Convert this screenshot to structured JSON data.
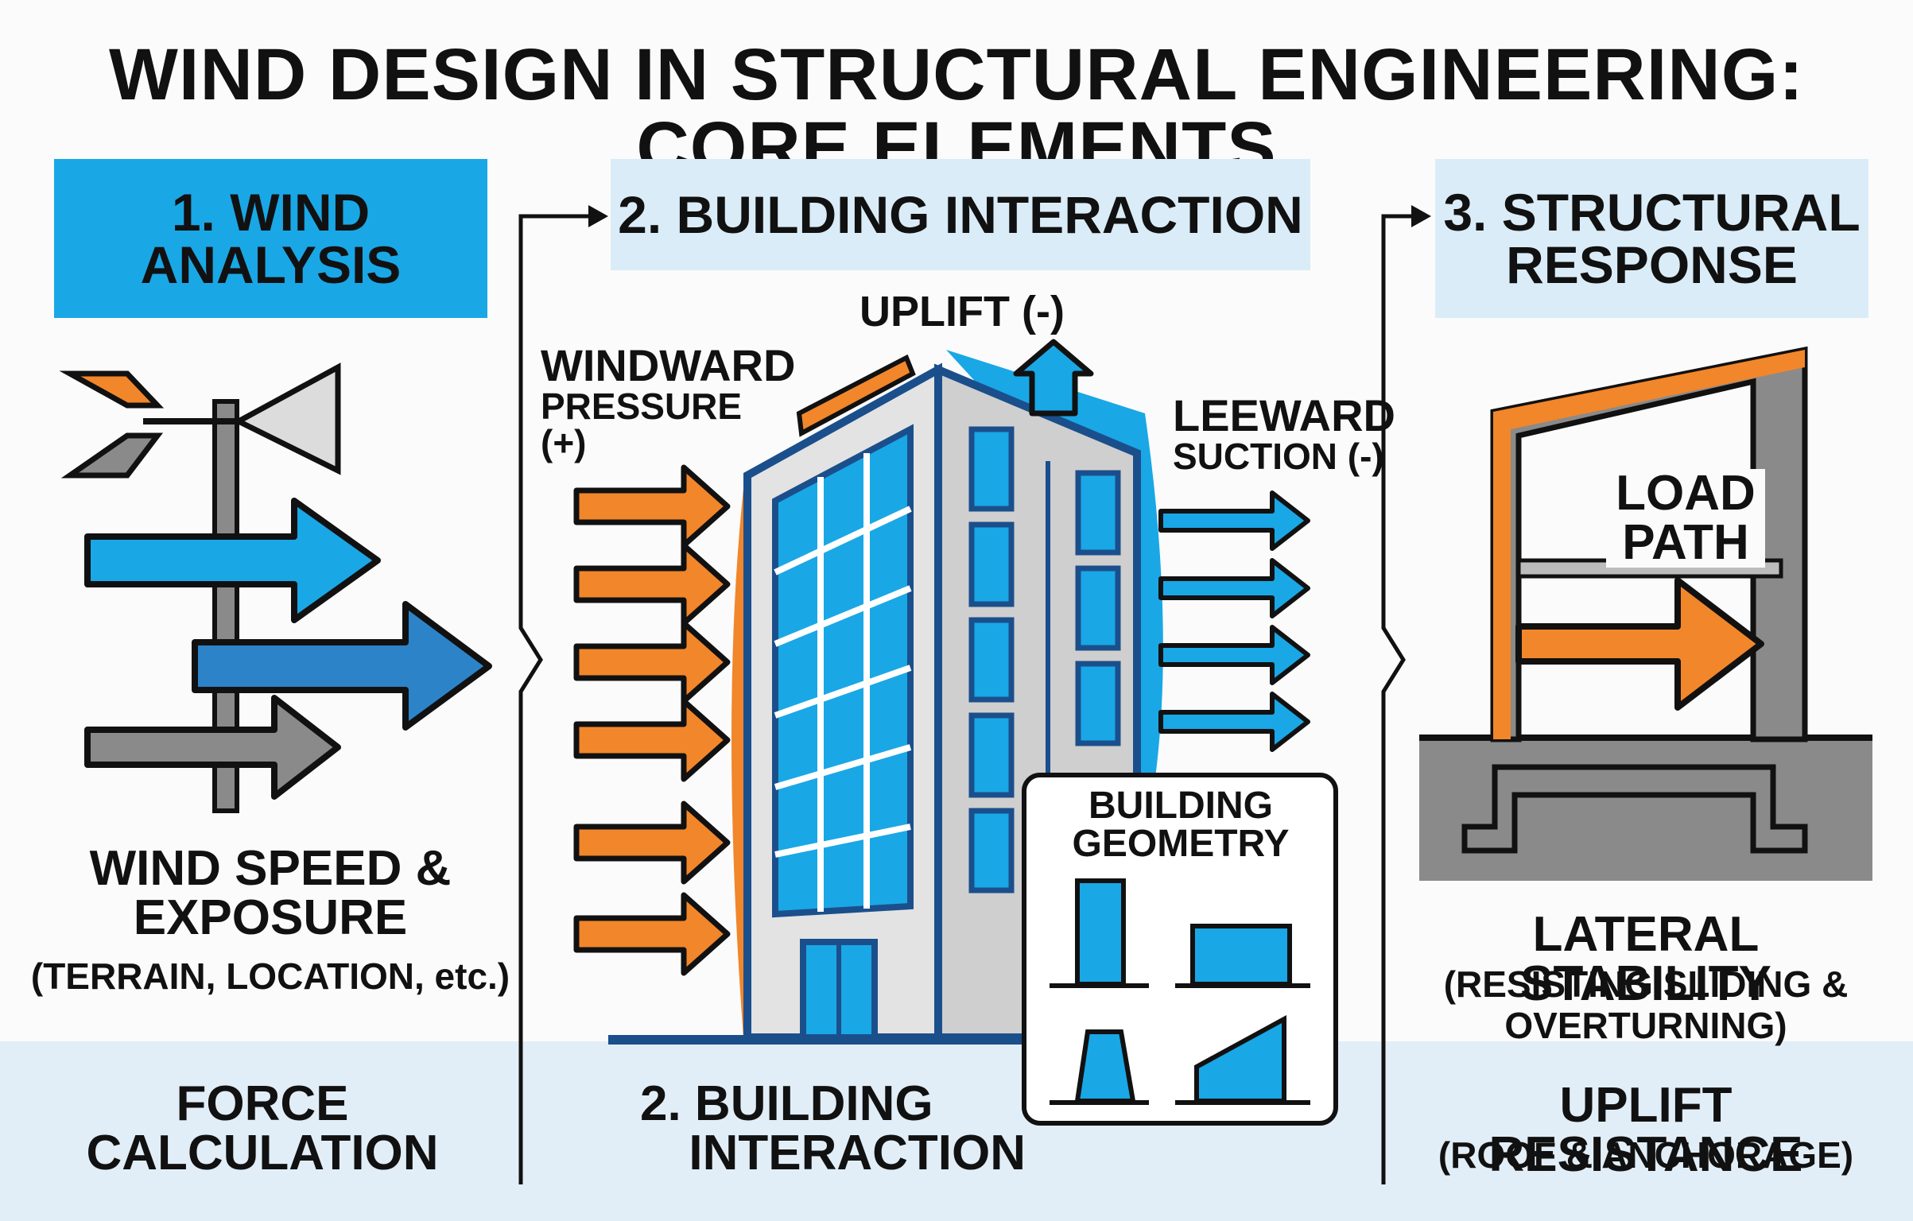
{
  "title": "WIND DESIGN IN STRUCTURAL ENGINEERING: CORE ELEMENTS",
  "colors": {
    "orange": "#f2862a",
    "blue": "#1aa7e6",
    "dark_blue": "#2d83c8",
    "grey": "#8a8a8a",
    "pale_blue": "#daecf7",
    "navy": "#1b4f8c"
  },
  "panels": [
    {
      "header": "1. WIND ANALYSIS",
      "header_lines": [
        "1. WIND",
        "ANALYSIS"
      ],
      "icon": "weather-vane-icon",
      "caption_title": [
        "WIND SPEED &",
        "EXPOSURE"
      ],
      "caption_detail": "(TERRAIN, LOCATION, etc.)",
      "footer": [
        "FORCE",
        "CALCULATION"
      ]
    },
    {
      "header": "2. BUILDING INTERACTION",
      "uplift_label": "UPLIFT (-)",
      "windward_label": [
        "WINDWARD",
        "PRESSURE (+)"
      ],
      "leeward_label": [
        "LEEWARD",
        "SUCTION (-)"
      ],
      "geometry_box_title": [
        "BUILDING",
        "GEOMETRY"
      ],
      "geometry_shapes": [
        "tall-rectangle",
        "wide-rectangle",
        "trapezoid",
        "sloped-roof"
      ],
      "footer": [
        "2. BUILDING",
        "INTERACTION"
      ]
    },
    {
      "header": "3. STRUCTURAL RESPONSE",
      "header_lines": [
        "3. STRUCTURAL",
        "RESPONSE"
      ],
      "load_path_label": [
        "LOAD",
        "PATH"
      ],
      "caption_title": "LATERAL STABILITY",
      "caption_detail": [
        "(RESISTING SLIDING &",
        "OVERTURNING)"
      ],
      "footer_title": "UPLIFT RESISTANCE",
      "footer_detail": "(ROOF & ANCHORAGE)"
    }
  ]
}
